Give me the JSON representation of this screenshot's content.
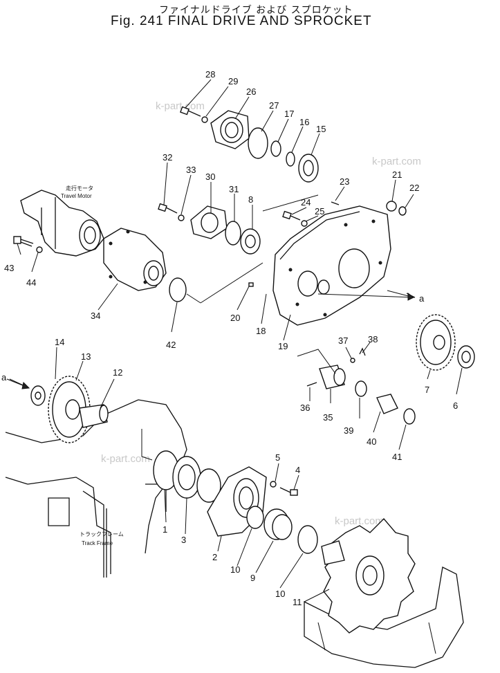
{
  "title_jp": "ファイナルドライブ および スプロケット",
  "title_en": "Fig. 241 FINAL DRIVE AND SPROCKET",
  "watermark": "k-part.com",
  "labels": {
    "travel_motor_jp": "走行モータ",
    "travel_motor_en": "Travel Motor",
    "track_frame_jp": "トラックフレーム",
    "track_frame_en": "Track Frame",
    "arrow_a_right": "a",
    "arrow_a_left": "a"
  },
  "callouts": [
    "1",
    "2",
    "3",
    "4",
    "5",
    "6",
    "7",
    "8",
    "9",
    "10",
    "10",
    "11",
    "12",
    "13",
    "14",
    "15",
    "16",
    "17",
    "18",
    "19",
    "20",
    "21",
    "22",
    "23",
    "24",
    "25",
    "26",
    "27",
    "28",
    "29",
    "30",
    "31",
    "32",
    "33",
    "34",
    "35",
    "36",
    "37",
    "38",
    "39",
    "40",
    "41",
    "42",
    "43",
    "44"
  ]
}
